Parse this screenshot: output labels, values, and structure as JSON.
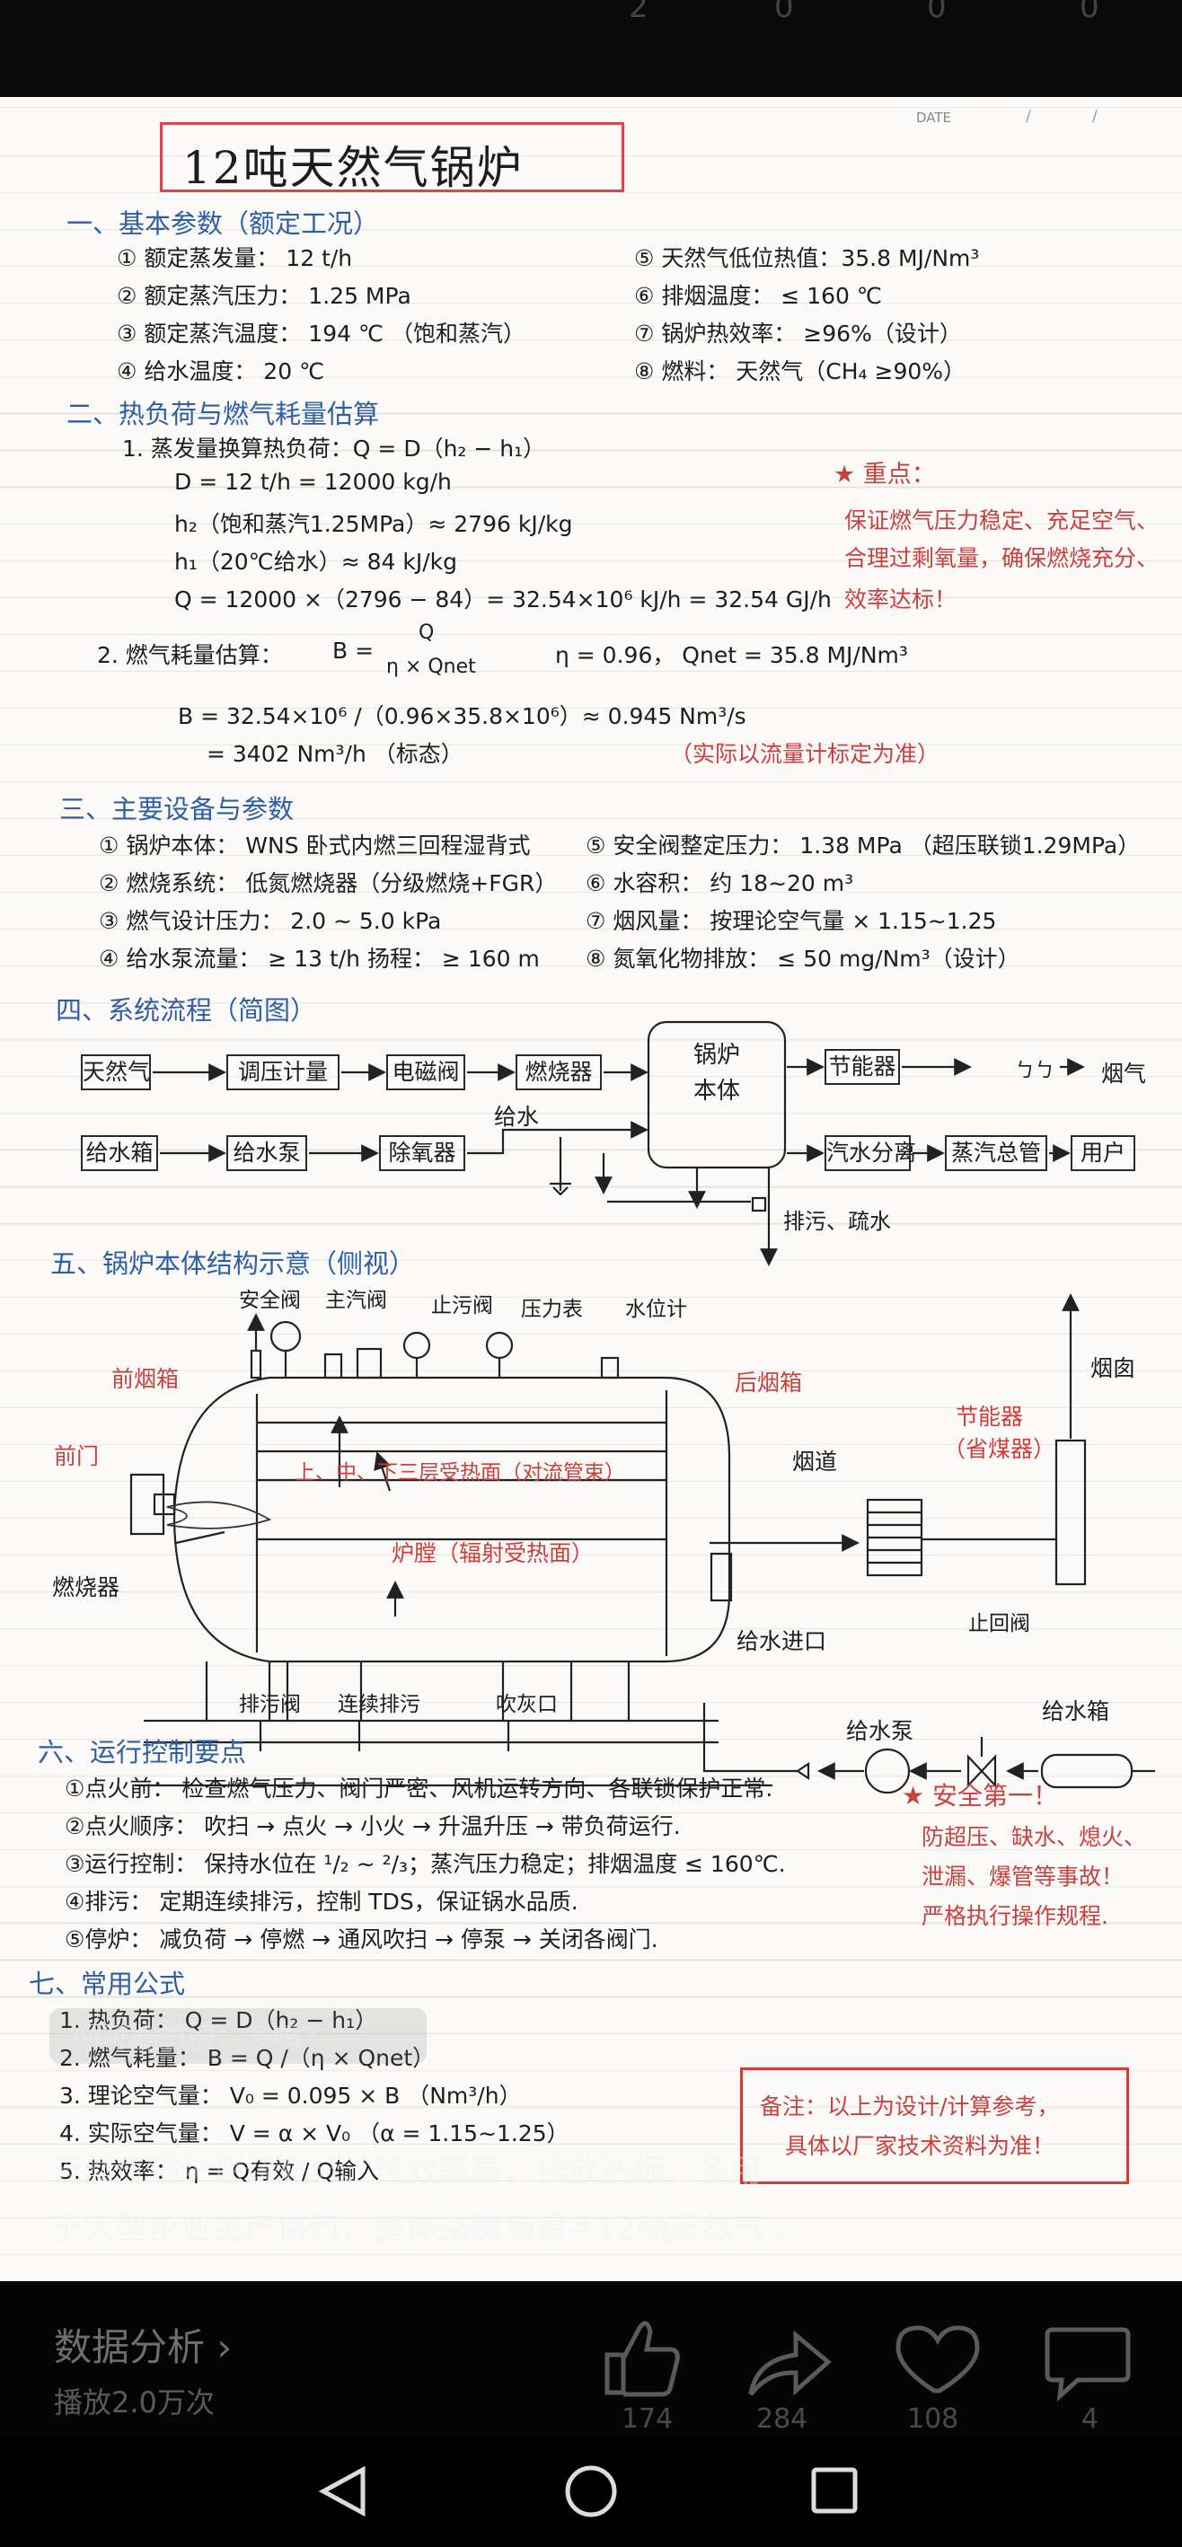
{
  "top_counts": [
    "2",
    "0",
    "0",
    "0"
  ],
  "date_label": "DATE",
  "title": "12吨天然气锅炉",
  "s1": {
    "title": "一、基本参数（额定工况）",
    "items": [
      "① 额定蒸发量： 12 t/h",
      "② 额定蒸汽压力： 1.25 MPa",
      "③ 额定蒸汽温度： 194 ℃ （饱和蒸汽）",
      "④ 给水温度： 20 ℃",
      "⑤ 天然气低位热值：35.8 MJ/Nm³",
      "⑥ 排烟温度： ≤ 160 ℃",
      "⑦ 锅炉热效率： ≥96%（设计）",
      "⑧ 燃料： 天然气（CH₄ ≥90%）"
    ]
  },
  "s2": {
    "title": "二、热负荷与燃气耗量估算",
    "lines": [
      "1. 蒸发量换算热负荷：Q = D（h₂ − h₁）",
      "D = 12 t/h = 12000 kg/h",
      "h₂（饱和蒸汽1.25MPa）≈ 2796 kJ/kg",
      "h₁（20℃给水）≈ 84 kJ/kg",
      "Q = 12000 ×（2796 − 84）= 32.54×10⁶ kJ/h = 32.54 GJ/h",
      "2. 燃气耗量估算：",
      "B =",
      "Q",
      "η × Qnet",
      "η = 0.96，   Qnet = 35.8 MJ/Nm³",
      "B =  32.54×10⁶ /（0.96×35.8×10⁶）≈ 0.945 Nm³/s",
      "=  3402 Nm³/h  （标态）"
    ],
    "note": "（实际以流量计标定为准）",
    "key_title": "★ 重点：",
    "key_lines": [
      "保证燃气压力稳定、充足空气、",
      "合理过剩氧量，确保燃烧充分、",
      "效率达标！"
    ]
  },
  "s3": {
    "title": "三、主要设备与参数",
    "items": [
      "① 锅炉本体： WNS 卧式内燃三回程湿背式",
      "② 燃烧系统： 低氮燃烧器（分级燃烧+FGR）",
      "③ 燃气设计压力： 2.0 ~ 5.0 kPa",
      "④ 给水泵流量： ≥ 13 t/h    扬程： ≥ 160 m",
      "⑤ 安全阀整定压力： 1.38 MPa （超压联锁1.29MPa）",
      "⑥ 水容积： 约 18~20 m³",
      "⑦ 烟风量： 按理论空气量 × 1.15~1.25",
      "⑧ 氮氧化物排放： ≤ 50 mg/Nm³（设计）"
    ]
  },
  "s4": {
    "title": "四、系统流程（简图）",
    "row1": [
      "天然气",
      "调压计量",
      "电磁阀",
      "燃烧器"
    ],
    "boiler": [
      "锅炉",
      "本体"
    ],
    "economizer": "节能器",
    "smoke_mark": "ㄅㄅ",
    "flue": "烟气",
    "row2": [
      "给水箱",
      "给水泵",
      "除氧器"
    ],
    "feed_label": "给水",
    "row2_right": [
      "汽水分离",
      "蒸汽总管",
      "用户"
    ],
    "drain": "排污、疏水"
  },
  "s5": {
    "title": "五、锅炉本体结构示意（侧视）",
    "top_labels": [
      "安全阀",
      "主汽阀",
      "止污阀",
      "压力表",
      "水位计"
    ],
    "front_smoke": "前烟箱",
    "back_smoke": "后烟箱",
    "front_door": "前门",
    "burner": "燃烧器",
    "tubes": "上、中、下三层受热面（对流管束）",
    "furnace": "炉膛（辐射受热面）",
    "flue": "烟道",
    "economizer": [
      "节能器",
      "（省煤器）"
    ],
    "chimney": "烟囱",
    "bottom_labels": [
      "排污阀",
      "连续排污",
      "吹灰口"
    ],
    "feed_inlet": "给水进口",
    "check_valve": "止回阀",
    "pump": "给水泵",
    "tank": "给水箱"
  },
  "s6": {
    "title": "六、运行控制要点",
    "items": [
      "①点火前： 检查燃气压力、阀门严密、风机运转方向、各联锁保护正常.",
      "②点火顺序： 吹扫 → 点火 → 小火 → 升温升压 → 带负荷运行.",
      "③运行控制： 保持水位在 ¹/₂ ~ ²/₃；蒸汽压力稳定；排烟温度 ≤ 160℃.",
      "④排污： 定期连续排污，控制 TDS，保证锅水品质.",
      "⑤停炉： 减负荷 → 停燃 → 通风吹扫 → 停泵 → 关闭各阀门."
    ],
    "safety_title": "★ 安全第一！",
    "safety_lines": [
      "防超压、缺水、熄火、",
      "泄漏、爆管等事故！",
      "严格执行操作规程."
    ]
  },
  "s7": {
    "title": "七、常用公式",
    "items": [
      "1. 热负荷： Q = D（h₂ − h₁）",
      "2. 燃气耗量： B = Q /（η × Qnet）",
      "3. 理论空气量： V₀ = 0.095 × B （Nm³/h）",
      "4. 实际空气量： V = α × V₀ （α = 1.15~1.25）",
      "5. 热效率： η = Q有效 / Q输入"
    ]
  },
  "remark": [
    "备注：以上为设计/计算参考，",
    "具体以厂家技术资料为准！"
  ],
  "overlay": {
    "tag": "你可能想搜：多吗？",
    "line1": "天然气锅炉燃烧充分、热效率高，排放达标，多用",
    "line2": "于大型企业生产供汽、整体采暖场景#12吨天然气..."
  },
  "bottom": {
    "topic": "数据分析 ›",
    "plays": "播放2.0万次",
    "counts": [
      "174",
      "284",
      "108",
      "4"
    ]
  }
}
